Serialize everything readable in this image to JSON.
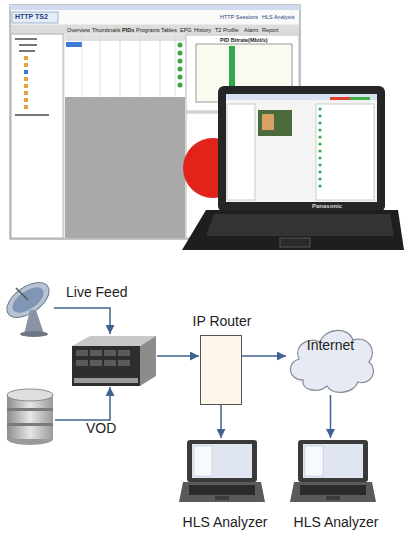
{
  "diagram": {
    "nodes": [
      {
        "text": [
          "IP Router"
        ]
      },
      {
        "text": [
          "Internet"
        ]
      },
      {
        "text": [
          "HLS Analyzer"
        ]
      },
      {
        "text": [
          "HLS Analyzer"
        ]
      }
    ],
    "edges": [
      {
        "from": 0,
        "to": 1,
        "arrow": "to"
      },
      {
        "from": 0,
        "to": 2,
        "arrow": "to"
      },
      {
        "from": 1,
        "to": 3,
        "arrow": "to"
      }
    ],
    "labels": [
      "Live Feed",
      "VOD",
      "HTTP TS2",
      "Overview",
      "Thumbnails",
      "PIDs",
      "Programs",
      "Tables",
      "EPG",
      "History",
      "T2 Profile",
      "Alarm",
      "Report",
      "HTTP Sessions",
      "HLS Analysis",
      "PID Bitrate(Mbit/s)",
      "Panasonic"
    ]
  }
}
